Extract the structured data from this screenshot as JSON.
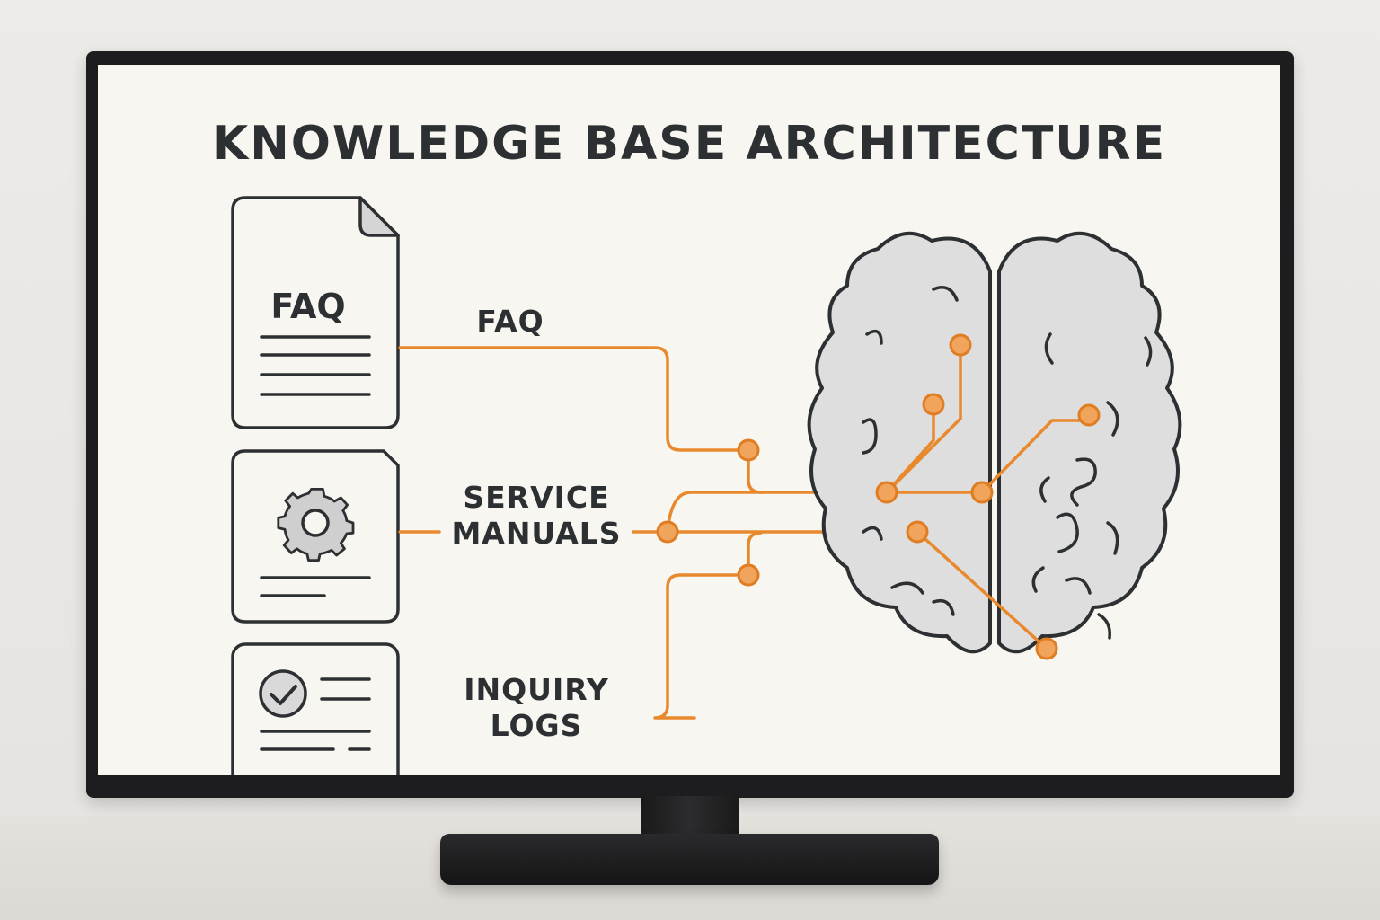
{
  "title": "KNOWLEDGE BASE ARCHITECTURE",
  "colors": {
    "accent": "#e8892e",
    "accent_fill": "#f0a45c",
    "ink": "#2d3032",
    "brain_fill": "#dedede",
    "screen_bg": "#f8f6f1"
  },
  "sources": [
    {
      "icon": "faq-document-icon",
      "icon_text": "FAQ",
      "label_lines": [
        "FAQ"
      ]
    },
    {
      "icon": "gear-document-icon",
      "label_lines": [
        "SERVICE",
        "MANUALS"
      ]
    },
    {
      "icon": "checklist-document-icon",
      "label_lines": [
        "INQUIRY",
        "LOGS"
      ]
    }
  ],
  "target_icon": "brain-circuit-icon"
}
